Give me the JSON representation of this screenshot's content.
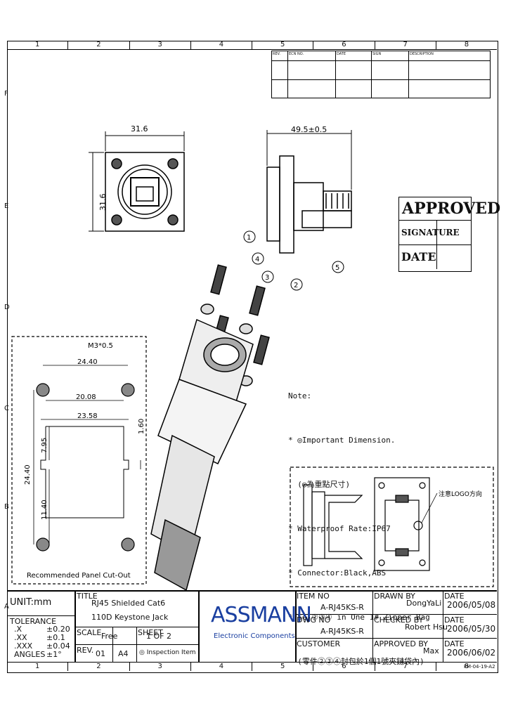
{
  "zones_top": [
    "1",
    "2",
    "3",
    "4",
    "5",
    "6",
    "7",
    "8"
  ],
  "zones_bottom": [
    "1",
    "2",
    "3",
    "4",
    "5",
    "6",
    "7",
    "8"
  ],
  "zones_side": [
    "F",
    "E",
    "D",
    "C",
    "B",
    "A"
  ],
  "revision_table": {
    "headers": [
      "REV.",
      "ECN NO.",
      "DATE",
      "SIGN",
      "DESCRIPTION"
    ]
  },
  "approved": {
    "title": "APPROVED",
    "signature": "SIGNATURE",
    "date": "DATE"
  },
  "dims": {
    "front_width": "31.6",
    "front_height": "31.6",
    "side_length": "49.5±0.5",
    "cutout_m3": "M3*0.5",
    "cutout_w1": "24.40",
    "cutout_w2": "20.08",
    "cutout_w3": "23.58",
    "cutout_h1": "24.40",
    "cutout_h2": "7.95",
    "cutout_h3": "11.40",
    "cutout_h4": "1.60"
  },
  "callouts": [
    "1",
    "4",
    "3",
    "2",
    "5"
  ],
  "cutout_caption": "Recommended Panel Cut-Out",
  "notes": {
    "title": "Note:",
    "lines": [
      "* ◎Important Dimension.",
      "  (◎為重點尺寸)",
      "* Waterproof Rate:IP67",
      "* Connector:Black,ABS",
      "* Se ②③④ in One 1# Zipper Bag",
      "  (零件②③④封包於1個1號夾鏈袋內)"
    ]
  },
  "logo_note": "注意LOGO方向",
  "title_block": {
    "unit": "UNIT:mm",
    "title_label": "TITLE",
    "title_line1": "RJ45 Shielded Cat6",
    "title_line2": "110D Keystone Jack",
    "tolerance_label": "TOLERANCE",
    "tol_rows": [
      [
        ".X",
        "±0.20"
      ],
      [
        ".XX",
        "±0.1"
      ],
      [
        ".XXX",
        "±0.04"
      ],
      [
        "ANGLES",
        "±1°"
      ]
    ],
    "scale_label": "SCALE",
    "scale_value": "Free",
    "sheet_label": "SHEET",
    "sheet_value": "1  OF  2",
    "rev_label": "REV.",
    "rev_value": "01",
    "size_value": "A4",
    "inspection": "◎ Inspection Item",
    "brand": "ASSMANN",
    "brand_sub": "Electronic Components",
    "item_no_label": "ITEM NO",
    "item_no": "A-RJ45KS-R",
    "dwg_no_label": "DWG NO",
    "dwg_no": "A-RJ45KS-R",
    "customer_label": "CUSTOMER",
    "drawn_label": "DRAWN BY",
    "drawn_by": "DongYaLi",
    "checked_label": "CHECKED BY",
    "checked_by": "Robert Hsu",
    "approved_label": "APPROVED BY",
    "approved_by": "Max",
    "date_label": "DATE",
    "date1": "2006/05/08",
    "date2": "2006/05/30",
    "date3": "2006/06/02",
    "form_no": "FM-04-19-A2"
  }
}
